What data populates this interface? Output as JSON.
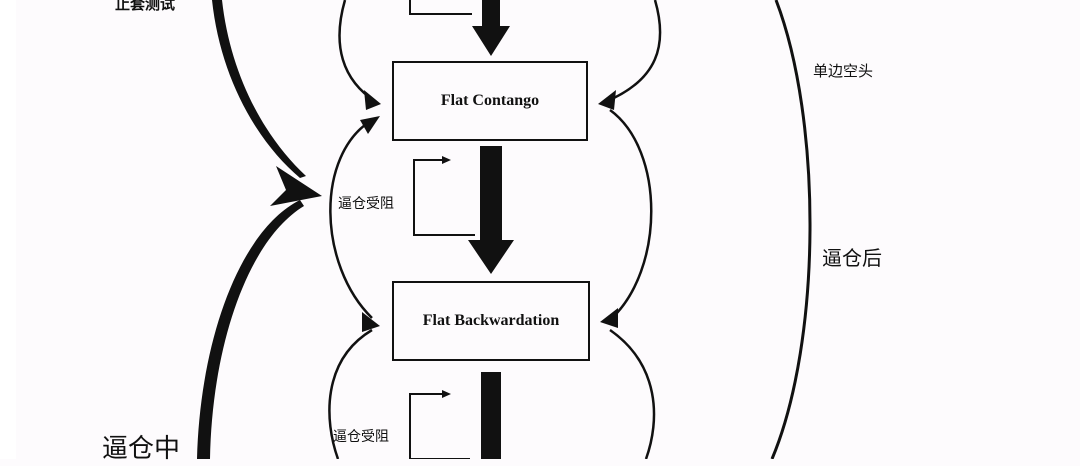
{
  "nodes": {
    "flat_contango": "Flat Contango",
    "flat_backwardation": "Flat Backwardation"
  },
  "labels": {
    "top_left": "止套测试",
    "blocked_1": "逼仓受阻",
    "blocked_2": "逼仓受阻",
    "single_short": "单边空头",
    "after_squeeze": "逼仓后",
    "during_squeeze": "逼仓中"
  }
}
